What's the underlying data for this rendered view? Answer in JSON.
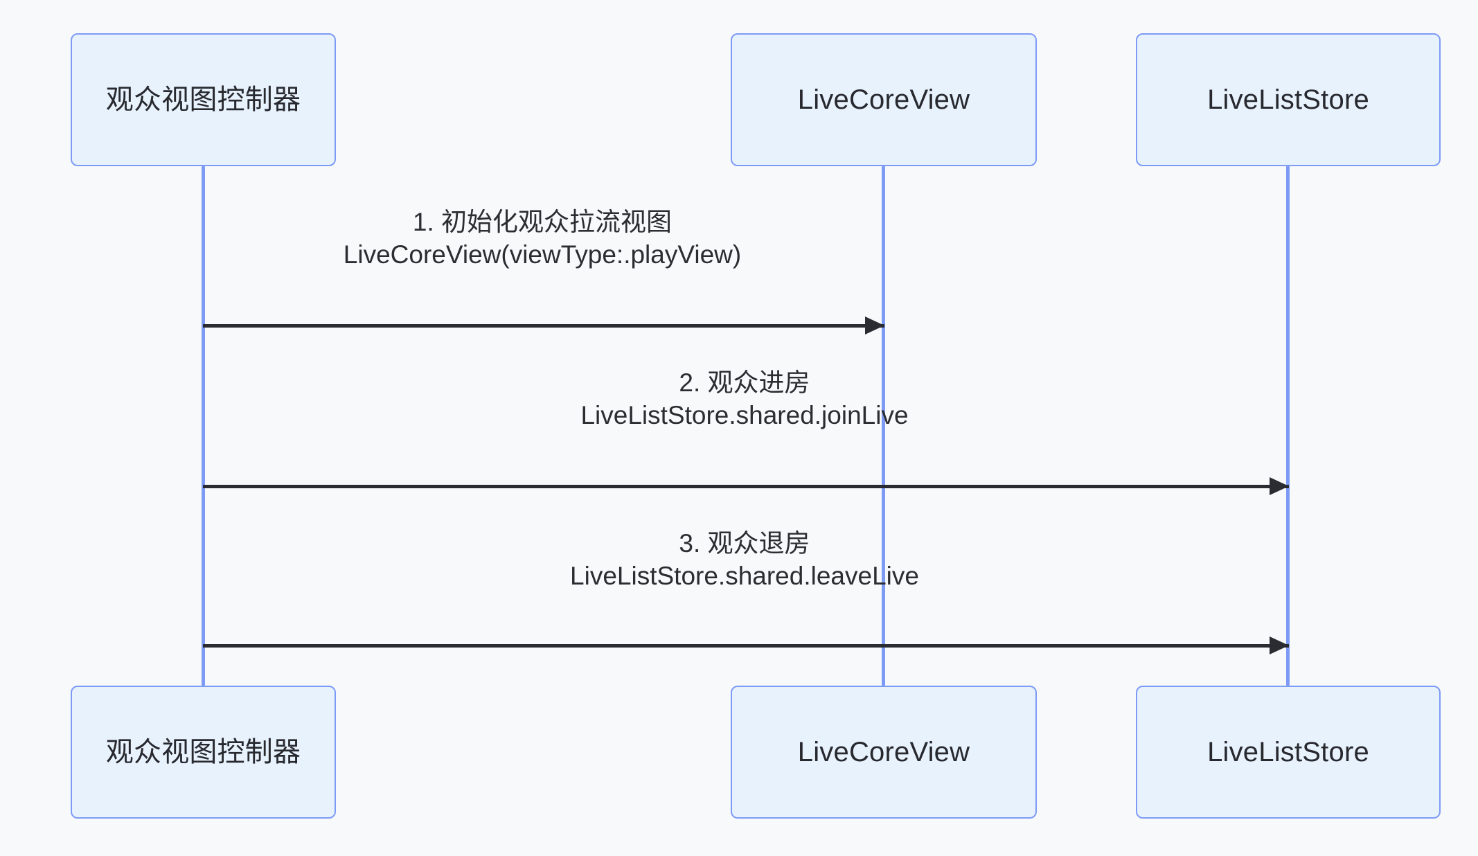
{
  "diagram": {
    "type": "sequence-diagram",
    "background_color": "#f7f9fb",
    "box_fill_color": "#e8f2fd",
    "box_border_color": "#7d9bf5",
    "lifeline_color": "#7d9bf5",
    "arrow_color": "#2a2c31",
    "text_color": "#27292e"
  },
  "participants": [
    {
      "id": "audience-view-controller",
      "label": "观众视图控制器"
    },
    {
      "id": "live-core-view",
      "label": "LiveCoreView"
    },
    {
      "id": "live-list-store",
      "label": "LiveListStore"
    }
  ],
  "footers": [
    {
      "id": "audience-view-controller",
      "label": "观众视图控制器"
    },
    {
      "id": "live-core-view",
      "label": "LiveCoreView"
    },
    {
      "id": "live-list-store",
      "label": "LiveListStore"
    }
  ],
  "messages": [
    {
      "index": "1",
      "from": "audience-view-controller",
      "to": "live-core-view",
      "line1": "1. 初始化观众拉流视图",
      "line2": "LiveCoreView(viewType:.playView)"
    },
    {
      "index": "2",
      "from": "audience-view-controller",
      "to": "live-list-store",
      "line1": "2. 观众进房",
      "line2": "LiveListStore.shared.joinLive"
    },
    {
      "index": "3",
      "from": "audience-view-controller",
      "to": "live-list-store",
      "line1": "3. 观众退房",
      "line2": "LiveListStore.shared.leaveLive"
    }
  ]
}
